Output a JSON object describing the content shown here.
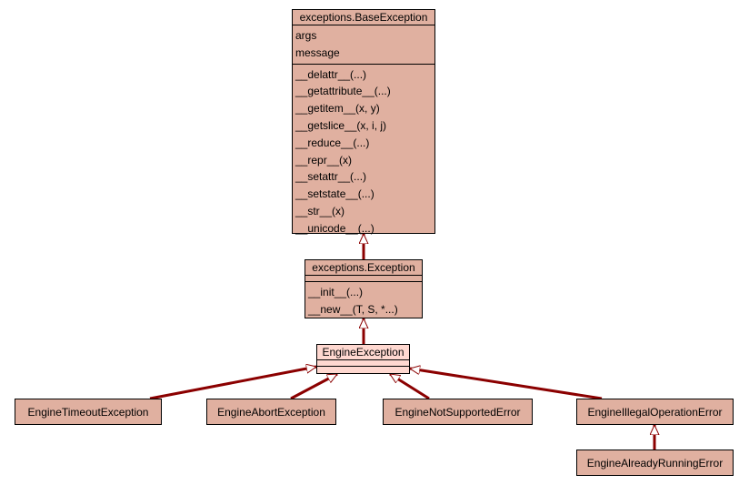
{
  "classes": {
    "base": {
      "name": "exceptions.BaseException",
      "attributes": [
        "args",
        "message"
      ],
      "methods": [
        "__delattr__(...)",
        "__getattribute__(...)",
        "__getitem__(x, y)",
        "__getslice__(x, i, j)",
        "__reduce__(...)",
        "__repr__(x)",
        "__setattr__(...)",
        "__setstate__(...)",
        "__str__(x)",
        "__unicode__(...)"
      ]
    },
    "exception": {
      "name": "exceptions.Exception",
      "methods": [
        "__init__(...)",
        "__new__(T, S, *...)"
      ]
    },
    "engine": {
      "name": "EngineException"
    },
    "timeout": {
      "name": "EngineTimeoutException"
    },
    "abort": {
      "name": "EngineAbortException"
    },
    "notsupported": {
      "name": "EngineNotSupportedError"
    },
    "illegal": {
      "name": "EngineIllegalOperationError"
    },
    "running": {
      "name": "EngineAlreadyRunningError"
    }
  },
  "colors": {
    "class_fill": "#e0b0a0",
    "highlight_fill": "#ffd8d0",
    "edge": "#8b0000"
  }
}
